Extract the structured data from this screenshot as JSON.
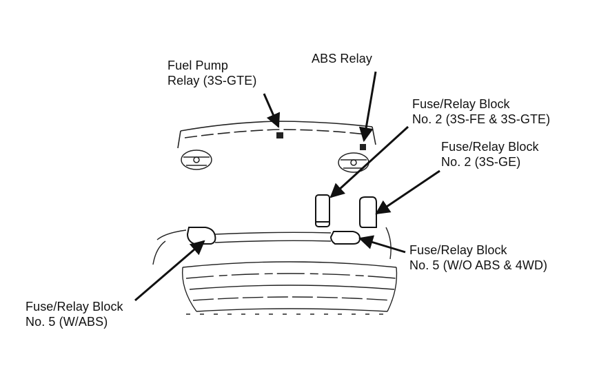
{
  "labels": {
    "fuel_pump_relay": {
      "line1": "Fuel Pump",
      "line2": "Relay (3S-GTE)"
    },
    "abs_relay": {
      "line1": "ABS Relay"
    },
    "fuse_block_2_fe_gte": {
      "line1": "Fuse/Relay Block",
      "line2": "No. 2 (3S-FE & 3S-GTE)"
    },
    "fuse_block_2_ge": {
      "line1": "Fuse/Relay Block",
      "line2": "No. 2 (3S-GE)"
    },
    "fuse_block_5_wo_abs": {
      "line1": "Fuse/Relay Block",
      "line2": "No. 5 (W/O ABS & 4WD)"
    },
    "fuse_block_5_w_abs": {
      "line1": "Fuse/Relay Block",
      "line2": "No. 5 (W/ABS)"
    }
  },
  "colors": {
    "ink": "#111111",
    "background": "#ffffff"
  }
}
